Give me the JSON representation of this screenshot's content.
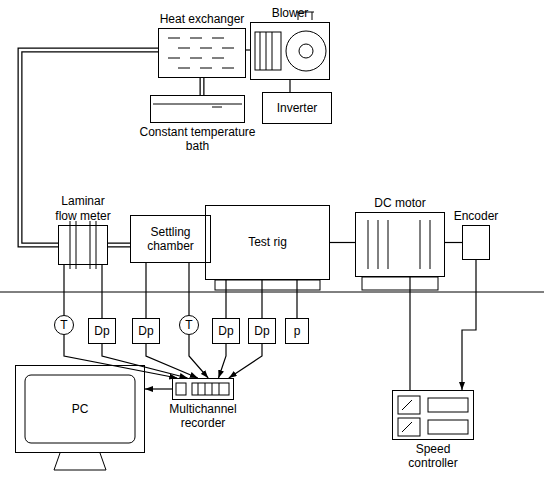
{
  "diagram": {
    "nodes": [
      {
        "text": [
          "Heat exchanger"
        ]
      },
      {
        "text": [
          "Blower"
        ]
      },
      {
        "text": [
          "Constant temperature bath"
        ]
      },
      {
        "text": [
          "Inverter"
        ]
      },
      {
        "text": [
          "Laminar flow meter"
        ]
      },
      {
        "text": [
          "Settling chamber"
        ]
      },
      {
        "text": [
          "Test rig"
        ]
      },
      {
        "text": [
          "DC motor"
        ]
      },
      {
        "text": [
          "Encoder"
        ]
      },
      {
        "text": [
          "T"
        ]
      },
      {
        "text": [
          "Dp"
        ]
      },
      {
        "text": [
          "Dp"
        ]
      },
      {
        "text": [
          "T"
        ]
      },
      {
        "text": [
          "Dp"
        ]
      },
      {
        "text": [
          "Dp"
        ]
      },
      {
        "text": [
          "p"
        ]
      },
      {
        "text": [
          "Multichannel recorder"
        ]
      },
      {
        "text": [
          "PC"
        ]
      },
      {
        "text": [
          "Speed controller"
        ]
      }
    ],
    "edges": [
      {
        "from": 0,
        "to": 1,
        "arrow": "none"
      },
      {
        "from": 0,
        "to": 2,
        "arrow": "none"
      },
      {
        "from": 1,
        "to": 3,
        "arrow": "none"
      },
      {
        "from": 0,
        "to": 4,
        "arrow": "none"
      },
      {
        "from": 4,
        "to": 5,
        "arrow": "none"
      },
      {
        "from": 6,
        "to": 7,
        "arrow": "none"
      },
      {
        "from": 7,
        "to": 8,
        "arrow": "none"
      },
      {
        "from": 9,
        "to": 4,
        "arrow": "none"
      },
      {
        "from": 10,
        "to": 4,
        "arrow": "none"
      },
      {
        "from": 11,
        "to": 5,
        "arrow": "none"
      },
      {
        "from": 12,
        "to": 5,
        "arrow": "none"
      },
      {
        "from": 13,
        "to": 6,
        "arrow": "none"
      },
      {
        "from": 14,
        "to": 6,
        "arrow": "none"
      },
      {
        "from": 15,
        "to": 6,
        "arrow": "none"
      },
      {
        "from": 9,
        "to": 16,
        "arrow": "to"
      },
      {
        "from": 10,
        "to": 16,
        "arrow": "to"
      },
      {
        "from": 11,
        "to": 16,
        "arrow": "to"
      },
      {
        "from": 12,
        "to": 16,
        "arrow": "to"
      },
      {
        "from": 13,
        "to": 16,
        "arrow": "to"
      },
      {
        "from": 14,
        "to": 16,
        "arrow": "to"
      },
      {
        "from": 16,
        "to": 17,
        "arrow": "to"
      },
      {
        "from": 7,
        "to": 18,
        "arrow": "none"
      },
      {
        "from": 8,
        "to": 18,
        "arrow": "to"
      }
    ]
  }
}
